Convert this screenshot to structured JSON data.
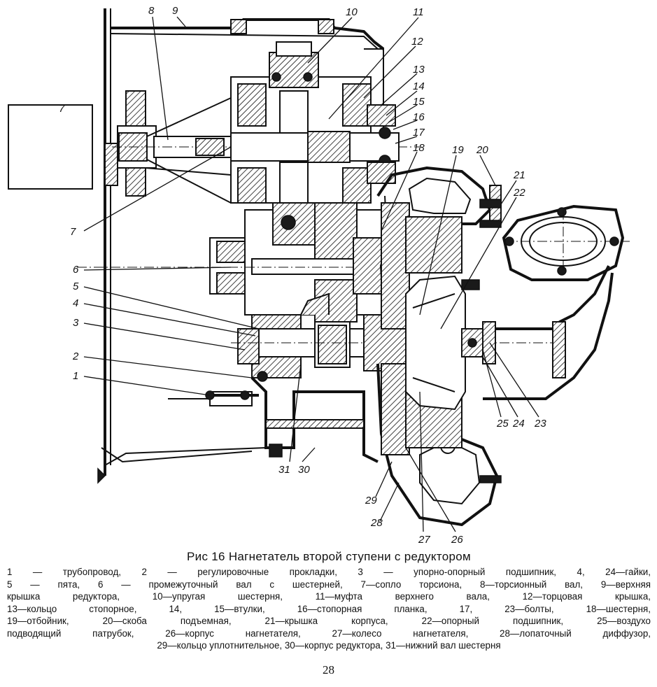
{
  "figure": {
    "callouts": [
      "1",
      "2",
      "3",
      "4",
      "5",
      "6",
      "7",
      "7",
      "8",
      "9",
      "10",
      "11",
      "12",
      "13",
      "14",
      "15",
      "16",
      "17",
      "18",
      "19",
      "20",
      "21",
      "22",
      "23",
      "24",
      "25",
      "26",
      "27",
      "28",
      "29",
      "30",
      "31"
    ]
  },
  "caption": {
    "title": "Рис  16  Нагнетатель второй ступени с редуктором",
    "legend_lines": [
      "1 — трубопровод,  2 — регулировочные  прокладки,  3 — упорно-опорный  подшипник,  4,  24—гайки,",
      "5 — пята,  6 — промежуточный  вал  с  шестерней,  7—сопло  торсиона,  8—торсионный  вал,  9—верхняя",
      "крышка  редуктора,  10—упругая  шестерня,  11—муфта  верхнего  вала,  12—торцовая  крышка,",
      "13—кольцо  стопорное,  14,  15—втулки,  16—стопорная  планка,  17,  23—болты,  18—шестерня,",
      "19—отбойник,  20—скоба  подъемная,  21—крышка  корпуса,  22—опорный  подшипник,  25—воздухо",
      "подводящий  патрубок,  26—корпус  нагнетателя,  27—колесо  нагнетателя,  28—лопаточный  диффузор,",
      "29—кольцо  уплотнительное,  30—корпус  редуктора,  31—нижний  вал  шестерня"
    ]
  },
  "page_number": "28"
}
